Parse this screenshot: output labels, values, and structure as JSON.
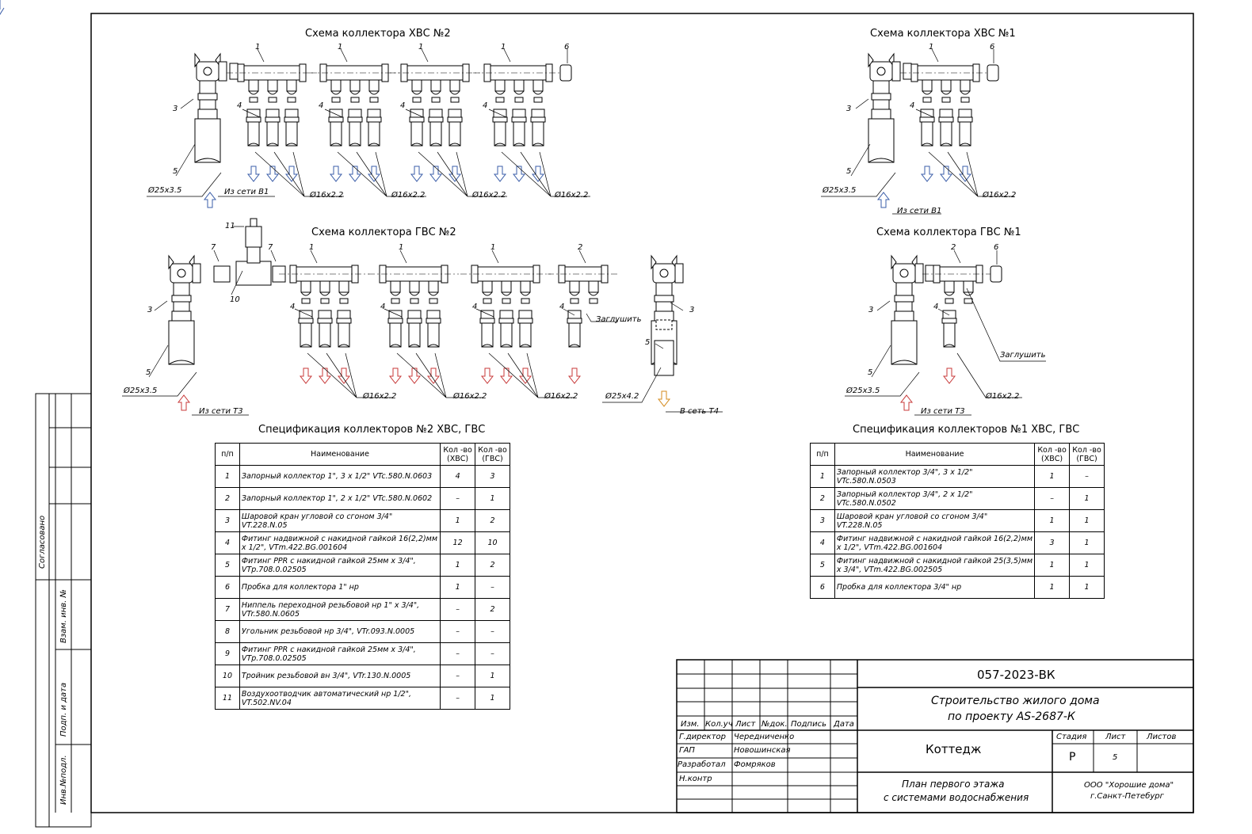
{
  "drawing_titles": {
    "hvs2": "Схема коллектора ХВС №2",
    "hvs1": "Схема коллектора ХВС №1",
    "gvs2": "Схема коллектора ГВС №2",
    "gvs1": "Схема коллектора ГВС №1",
    "spec2": "Спецификация коллекторов №2 ХВС, ГВС",
    "spec1": "Спецификация коллекторов №1 ХВС, ГВС"
  },
  "callouts": {
    "n1": "1",
    "n2": "2",
    "n3": "3",
    "n4": "4",
    "n5": "5",
    "n6": "6",
    "n7": "7",
    "n10": "10",
    "n11": "11",
    "d16": "Ø16x2.2",
    "d25": "Ø25x3.5",
    "d25b": "Ø25x4.2",
    "from_b1": "Из сети В1",
    "from_t3": "Из сети Т3",
    "to_t4": "В сеть Т4",
    "plug": "Заглушить"
  },
  "spec_headers": {
    "pn": "п/п",
    "name": "Наименование",
    "q1": "Кол -во (ХВС)",
    "q2": "Кол -во (ГВС)"
  },
  "spec2_rows": [
    {
      "n": "1",
      "name": "Запорный коллектор 1\", 3 x 1/2\" VTc.580.N.0603",
      "hvs": "4",
      "gvs": "3"
    },
    {
      "n": "2",
      "name": "Запорный коллектор 1\", 2 x 1/2\" VTc.580.N.0602",
      "hvs": "–",
      "gvs": "1"
    },
    {
      "n": "3",
      "name": "Шаровой кран угловой со сгоном 3/4\" VT.228.N.05",
      "hvs": "1",
      "gvs": "2"
    },
    {
      "n": "4",
      "name": "Фитинг надвижной с накидной гайкой 16(2,2)мм x 1/2\", VTm.422.BG.001604",
      "hvs": "12",
      "gvs": "10"
    },
    {
      "n": "5",
      "name": "Фитинг PPR с накидной гайкой 25мм x 3/4\", VTp.708.0.02505",
      "hvs": "1",
      "gvs": "2"
    },
    {
      "n": "6",
      "name": "Пробка для коллектора 1\" нр",
      "hvs": "1",
      "gvs": "–"
    },
    {
      "n": "7",
      "name": "Ниппель переходной резьбовой нр 1\" x 3/4\", VTr.580.N.0605",
      "hvs": "–",
      "gvs": "2"
    },
    {
      "n": "8",
      "name": "Угольник резьбовой нр 3/4\", VTr.093.N.0005",
      "hvs": "–",
      "gvs": "–"
    },
    {
      "n": "9",
      "name": "Фитинг PPR с накидной гайкой 25мм x 3/4\", VTp.708.0.02505",
      "hvs": "–",
      "gvs": "–"
    },
    {
      "n": "10",
      "name": "Тройник резьбовой вн 3/4\", VTr.130.N.0005",
      "hvs": "–",
      "gvs": "1"
    },
    {
      "n": "11",
      "name": "Воздухоотводчик автоматический нр 1/2\", VT.502.NV.04",
      "hvs": "–",
      "gvs": "1"
    }
  ],
  "spec1_rows": [
    {
      "n": "1",
      "name": "Запорный коллектор 3/4\", 3 x 1/2\" VTc.580.N.0503",
      "hvs": "1",
      "gvs": "–"
    },
    {
      "n": "2",
      "name": "Запорный коллектор 3/4\", 2 x 1/2\" VTc.580.N.0502",
      "hvs": "–",
      "gvs": "1"
    },
    {
      "n": "3",
      "name": "Шаровой кран угловой со сгоном 3/4\" VT.228.N.05",
      "hvs": "1",
      "gvs": "1"
    },
    {
      "n": "4",
      "name": "Фитинг надвижной с накидной гайкой 16(2,2)мм x 1/2\", VTm.422.BG.001604",
      "hvs": "3",
      "gvs": "1"
    },
    {
      "n": "5",
      "name": "Фитинг надвижной с накидной гайкой 25(3,5)мм x 3/4\", VTm.422.BG.002505",
      "hvs": "1",
      "gvs": "1"
    },
    {
      "n": "6",
      "name": "Пробка для коллектора 3/4\" нр",
      "hvs": "1",
      "gvs": "1"
    }
  ],
  "stamp": {
    "code": "057-2023-ВК",
    "project_l1": "Строительство жилого дома",
    "project_l2": "по проекту AS-2687-К",
    "object": "Коттедж",
    "sheet_title_l1": "План первого этажа",
    "sheet_title_l2": "с системами водоснабжения",
    "org_l1": "ООО \"Хорошие дома\"",
    "org_l2": "г.Санкт-Петебург",
    "h_izm": "Изм.",
    "h_koluch": "Кол.уч",
    "h_list": "Лист",
    "h_ndok": "№док.",
    "h_podpis": "Подпись",
    "h_data": "Дата",
    "h_stadia": "Стадия",
    "h_list2": "Лист",
    "h_listov": "Листов",
    "stadia": "Р",
    "list": "5",
    "r1_role": "Г.директор",
    "r1_name": "Чередниченко",
    "r2_role": "ГАП",
    "r2_name": "Новошинская",
    "r3_role": "Разработал",
    "r3_name": "Фомряков",
    "r4_role": "Н.контр"
  },
  "side": {
    "soglasovano": "Согласовано",
    "vzam": "Взам. инв. №",
    "podp": "Подп. и дата",
    "inv": "Инв.№подл."
  },
  "colors": {
    "hvs_arrow": "#3a5da8",
    "gvs_arrow": "#c83a3a",
    "t4_arrow": "#d48a1c"
  }
}
